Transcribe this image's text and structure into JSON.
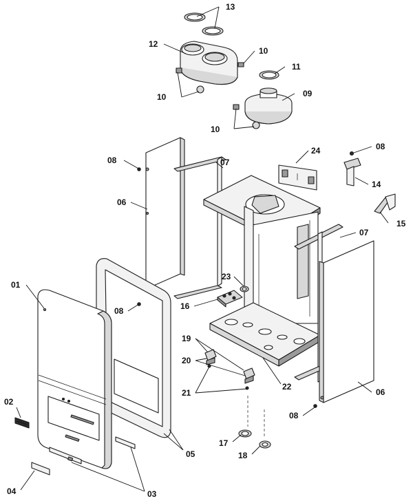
{
  "diagram": {
    "callouts": [
      {
        "id": "c13a",
        "text": "13"
      },
      {
        "id": "c12",
        "text": "12"
      },
      {
        "id": "c10a",
        "text": "10"
      },
      {
        "id": "c11",
        "text": "11"
      },
      {
        "id": "c10b",
        "text": "10"
      },
      {
        "id": "c09",
        "text": "09"
      },
      {
        "id": "c10c",
        "text": "10"
      },
      {
        "id": "c08a",
        "text": "08"
      },
      {
        "id": "c07a",
        "text": "07"
      },
      {
        "id": "c24",
        "text": "24"
      },
      {
        "id": "c08b",
        "text": "08"
      },
      {
        "id": "c14",
        "text": "14"
      },
      {
        "id": "c06a",
        "text": "06"
      },
      {
        "id": "c15",
        "text": "15"
      },
      {
        "id": "c07b",
        "text": "07"
      },
      {
        "id": "c23",
        "text": "23"
      },
      {
        "id": "c01",
        "text": "01"
      },
      {
        "id": "c16",
        "text": "16"
      },
      {
        "id": "c08c",
        "text": "08"
      },
      {
        "id": "c19",
        "text": "19"
      },
      {
        "id": "c20",
        "text": "20"
      },
      {
        "id": "c22",
        "text": "22"
      },
      {
        "id": "c21",
        "text": "21"
      },
      {
        "id": "c06b",
        "text": "06"
      },
      {
        "id": "c02",
        "text": "02"
      },
      {
        "id": "c08d",
        "text": "08"
      },
      {
        "id": "c05",
        "text": "05"
      },
      {
        "id": "c17",
        "text": "17"
      },
      {
        "id": "c18",
        "text": "18"
      },
      {
        "id": "c04",
        "text": "04"
      },
      {
        "id": "c03",
        "text": "03"
      }
    ]
  }
}
